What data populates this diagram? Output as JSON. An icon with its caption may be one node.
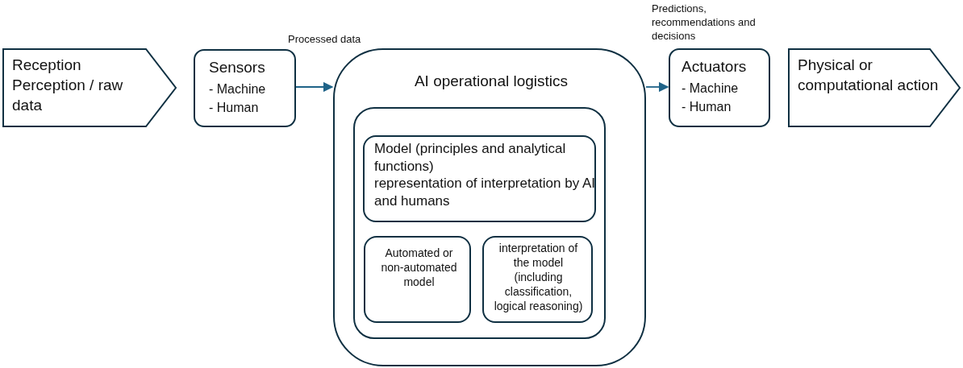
{
  "diagram": {
    "nodes": [
      {
        "text": [
          "Reception Perception / raw data"
        ]
      },
      {
        "text": [
          "Sensors",
          "- Machine",
          "- Human"
        ]
      },
      {
        "text": [
          "AI operational logistics"
        ]
      },
      {
        "text": [],
        "shape": "box",
        "in": 2
      },
      {
        "text": [
          "Model (principles and analytical functions)",
          "representation of interpretation by AI and humans"
        ],
        "in": 3
      },
      {
        "text": [
          "Automated or non-automated model"
        ],
        "in": 3
      },
      {
        "text": [
          "interpretation of the model (including classification, logical reasoning)"
        ],
        "in": 3
      },
      {
        "text": [
          "Actuators",
          "- Machine",
          "- Human"
        ]
      },
      {
        "text": [
          "Physical or computational action"
        ]
      }
    ],
    "edges": [
      {
        "from": 1,
        "to": 2,
        "arrow": "to",
        "label": "Processed data"
      },
      {
        "from": 2,
        "to": 7,
        "arrow": "to",
        "label": "Predictions, recommendations and decisions"
      }
    ]
  }
}
